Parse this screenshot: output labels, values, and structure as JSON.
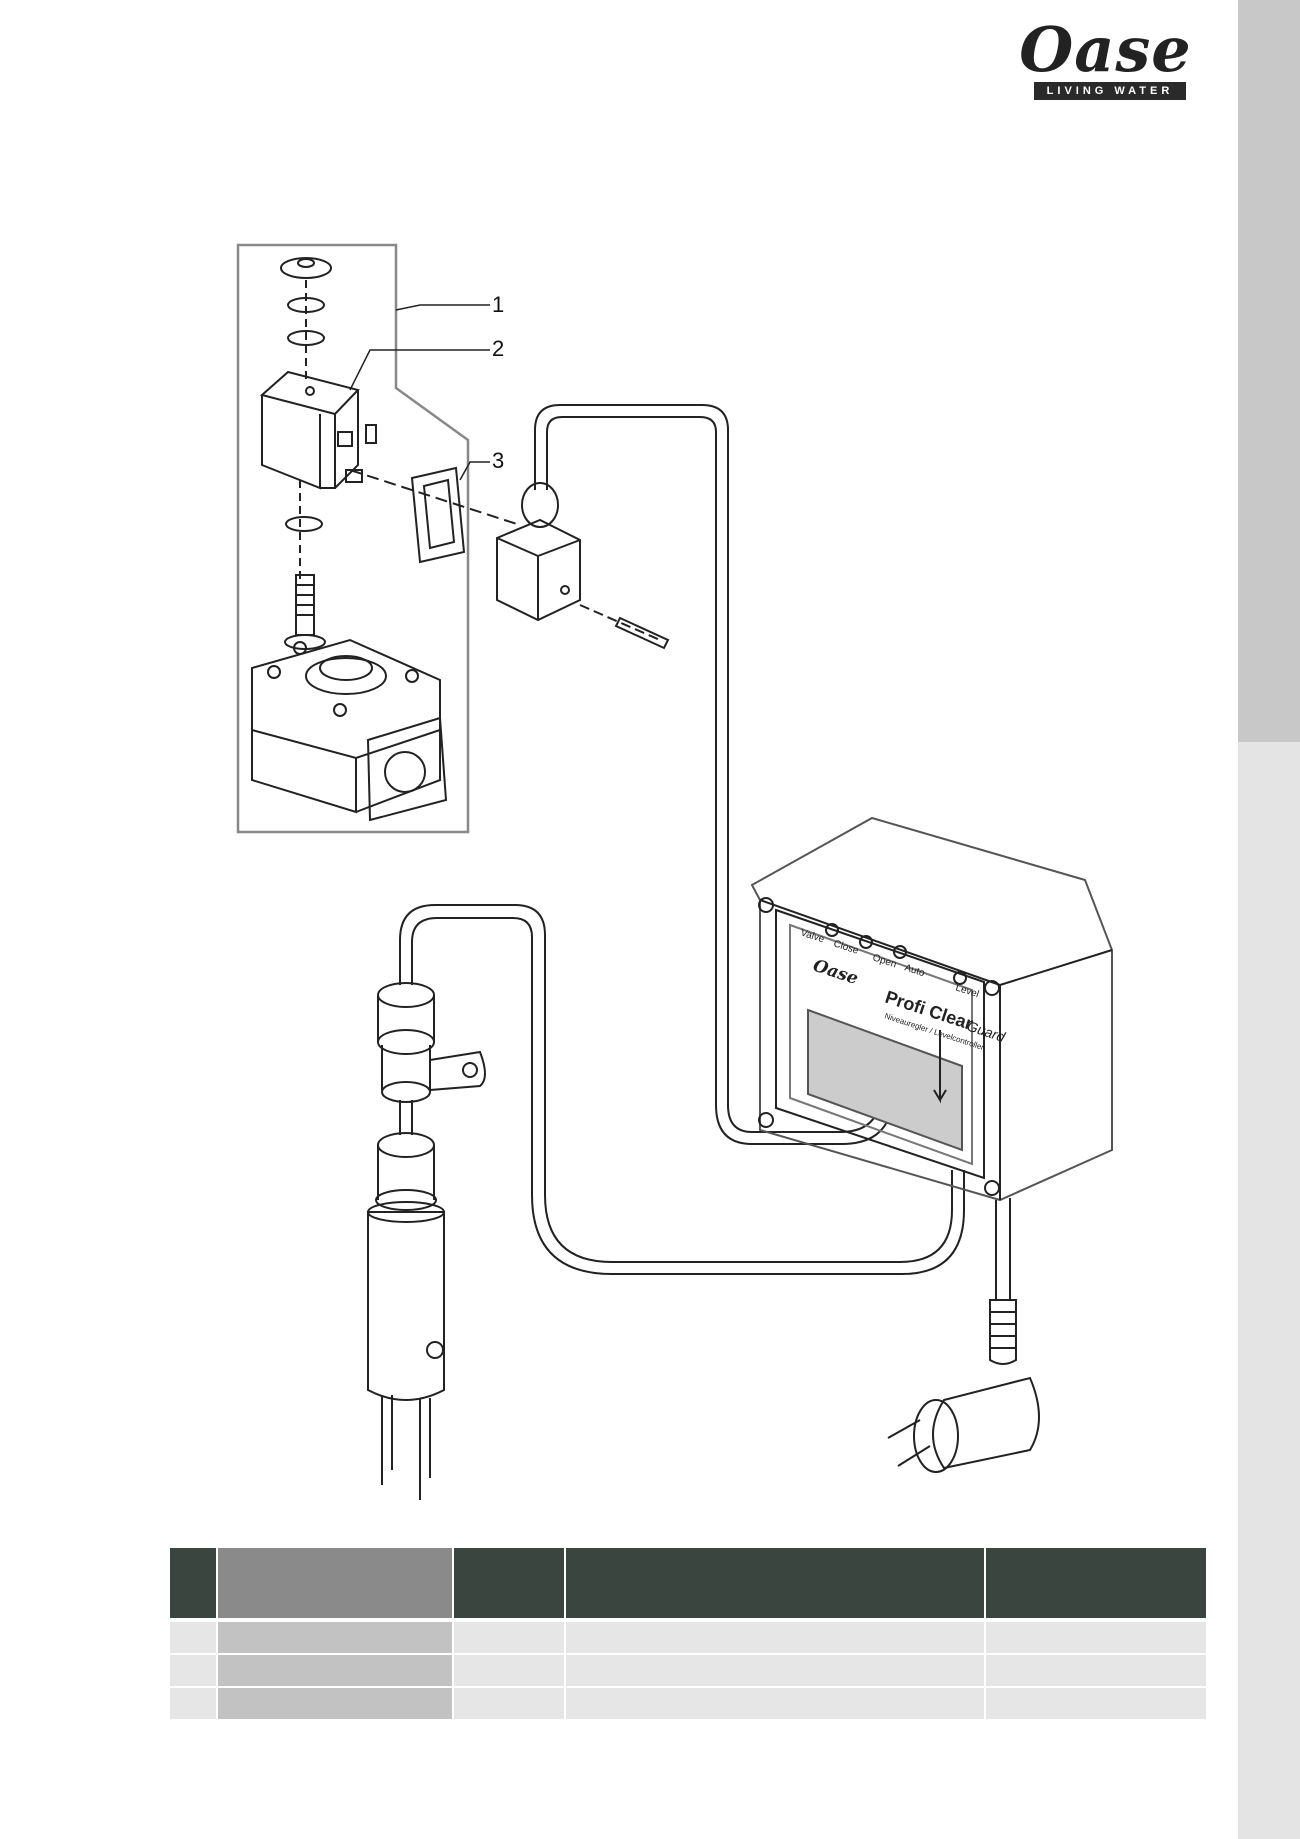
{
  "brand": {
    "name": "Oase",
    "tagline": "LIVING WATER"
  },
  "figure": {
    "callouts": [
      {
        "number": "1"
      },
      {
        "number": "2"
      },
      {
        "number": "3"
      }
    ],
    "controller_labels": {
      "brand": "Oase",
      "product_main": "Profi Clear",
      "product_sub": "Guard",
      "subtitle": "Niveauregler / Levelcontroller",
      "valve": "Valve",
      "close": "Close",
      "open": "Open",
      "auto": "Auto",
      "level": "Level"
    }
  },
  "colors": {
    "table_header_dark": "#3a4540",
    "table_header_grey": "#8a8a8a",
    "table_row": "#e6e6e6",
    "table_row_accent": "#c2c2c2",
    "side_tab_top": "#c8c8c8",
    "side_tab_bottom": "#e4e4e4"
  }
}
